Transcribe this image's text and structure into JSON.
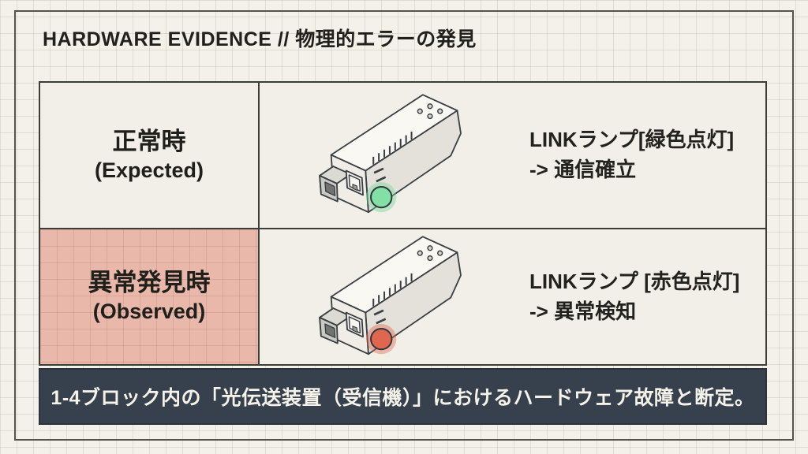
{
  "page": {
    "title": "HARDWARE EVIDENCE  //  物理的エラーの発見",
    "background": "#f3f1e9",
    "grid_line_color": "rgba(186,182,163,0.35)",
    "frame_border_color": "#55544c"
  },
  "table": {
    "rows": [
      {
        "label_main": "正常時",
        "label_sub": "(Expected)",
        "desc_line1": "LINKランプ[緑色点灯]",
        "desc_line2": "-> 通信確立",
        "led_color": "#82dfa6",
        "led_glow": "rgba(118,217,158,0.45)",
        "row_bg": "#f1efe7"
      },
      {
        "label_main": "異常発見時",
        "label_sub": "(Observed)",
        "desc_line1": "LINKランプ [赤色点灯]",
        "desc_line2": "-> 異常検知",
        "led_color": "#e0674f",
        "led_glow": "rgba(224,103,79,0.42)",
        "row_bg": "rgba(229,146,131,0.6)"
      }
    ]
  },
  "banner": {
    "text": "1-4ブロック内の「光伝送装置（受信機）」におけるハードウェア故障と断定。",
    "bg": "#37404d",
    "fg": "#f4f2e9"
  },
  "illustration": {
    "type": "sfp-optical-transceiver-module",
    "body_fill": "#f9f8f3",
    "side_fill": "#e3e1da",
    "front_fill": "#efede6",
    "outline": "#3a3f44"
  }
}
